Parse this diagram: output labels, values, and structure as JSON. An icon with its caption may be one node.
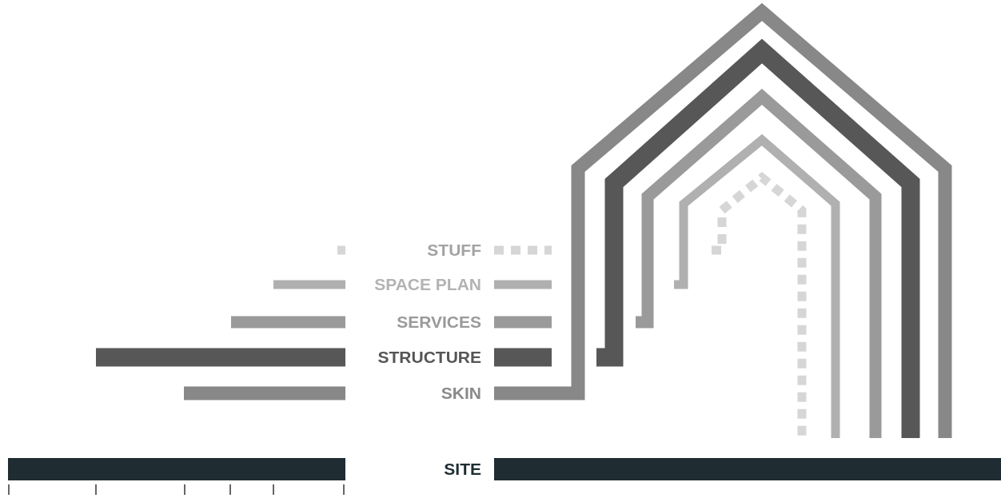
{
  "diagram": {
    "labels": [
      "STUFF",
      "SPACE PLAN",
      "SERVICES",
      "STRUCTURE",
      "SKIN",
      "SITE"
    ]
  }
}
